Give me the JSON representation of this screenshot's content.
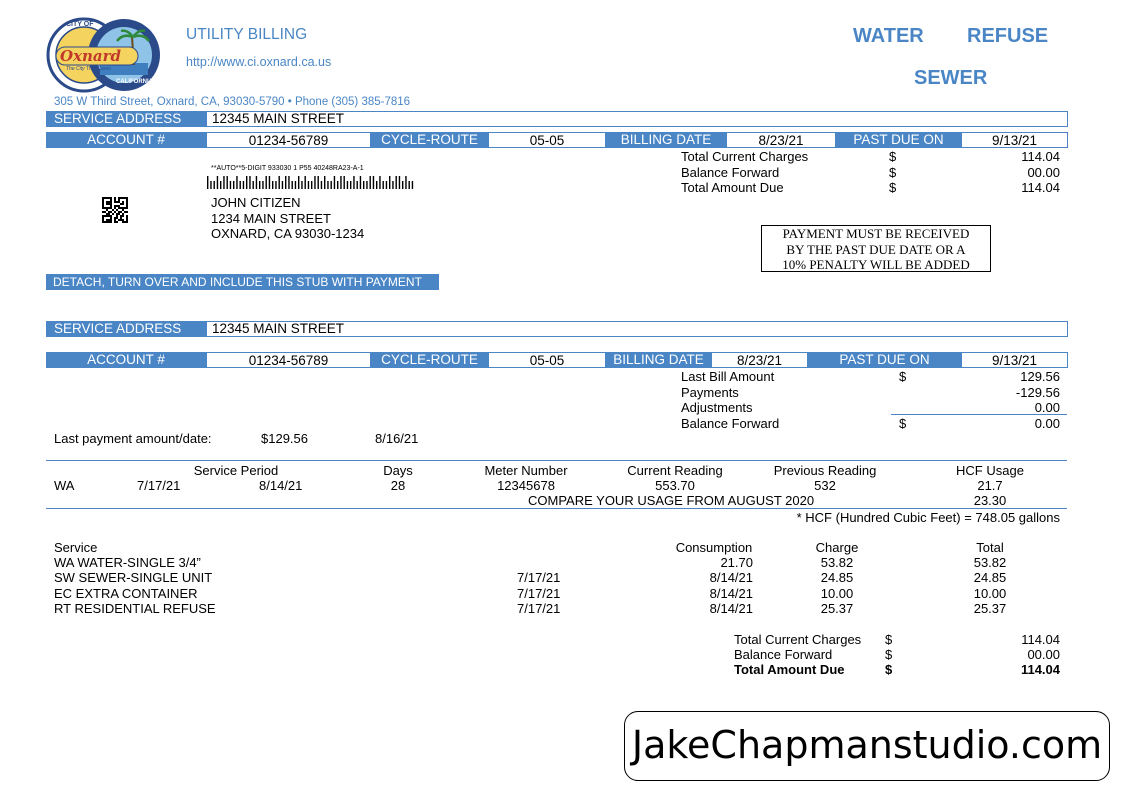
{
  "header": {
    "logo_text": "Oxnard",
    "logo_city": "CITY OF",
    "logo_state": "CALIFORNIA",
    "logo_tagline": "The City That Cares",
    "title": "UTILITY BILLING",
    "url": "http://www.ci.oxnard.ca.us",
    "address_line": "305 W Third Street, Oxnard, CA, 93030-5790  • Phone (305) 385-7816",
    "service_water": "WATER",
    "service_refuse": "REFUSE",
    "service_sewer": "SEWER"
  },
  "labels": {
    "service_address": "SERVICE ADDRESS",
    "account": "ACCOUNT #",
    "cycle_route": "CYCLE-ROUTE",
    "billing_date": "BILLING DATE",
    "past_due_on": "PAST DUE ON"
  },
  "account": {
    "service_address": "12345 MAIN STREET",
    "number": "01234-56789",
    "cycle_route": "05-05",
    "billing_date": "8/23/21",
    "past_due_on": "9/13/21"
  },
  "stub_totals": [
    {
      "label": "Total Current Charges",
      "cur": "$",
      "amount": "114.04"
    },
    {
      "label": "Balance Forward",
      "cur": "$",
      "amount": "00.00"
    },
    {
      "label": "Total Amount Due",
      "cur": "$",
      "amount": "114.04"
    }
  ],
  "mailing": {
    "auto_line": "**AUTO**5-DIGIT 933030 1 P55 40248RA23-A-1",
    "name": "JOHN CITIZEN",
    "street": "1234 MAIN STREET",
    "city": "OXNARD, CA 93030-1234"
  },
  "notice": {
    "line1": "PAYMENT MUST BE RECEIVED",
    "line2": "BY THE PAST DUE DATE OR A",
    "line3": "10% PENALTY WILL BE ADDED"
  },
  "detach_text": "DETACH, TURN OVER AND INCLUDE THIS STUB WITH PAYMENT",
  "balance": [
    {
      "label": "Last Bill Amount",
      "cur": "$",
      "amount": "129.56"
    },
    {
      "label": "Payments",
      "cur": "",
      "amount": "-129.56"
    },
    {
      "label": "Adjustments",
      "cur": "",
      "amount": "0.00"
    },
    {
      "label": "Balance Forward",
      "cur": "$",
      "amount": "0.00"
    }
  ],
  "last_payment": {
    "label": "Last payment amount/date:",
    "amount": "$129.56",
    "date": "8/16/21"
  },
  "meter": {
    "headers": {
      "service_period": "Service Period",
      "days": "Days",
      "meter_number": "Meter Number",
      "current_reading": "Current Reading",
      "previous_reading": "Previous Reading",
      "hcf_usage": "HCF Usage"
    },
    "row": {
      "code": "WA",
      "start": "7/17/21",
      "end": "8/14/21",
      "days": "28",
      "meter_number": "12345678",
      "current_reading": "553.70",
      "previous_reading": "532",
      "hcf_usage": "21.7"
    },
    "compare_label": "COMPARE YOUR USAGE FROM AUGUST 2020",
    "compare_value": "23.30",
    "hcf_note": "* HCF (Hundred Cubic Feet) = 748.05 gallons"
  },
  "charges": {
    "headers": {
      "service": "Service",
      "consumption": "Consumption",
      "charge": "Charge",
      "total": "Total"
    },
    "rows": [
      {
        "service": "WA WATER-SINGLE 3/4”",
        "start": "",
        "end": "21.70",
        "charge": "53.82",
        "total": "53.82"
      },
      {
        "service": "SW SEWER-SINGLE UNIT",
        "start": "7/17/21",
        "end": "8/14/21",
        "charge": "24.85",
        "total": "24.85"
      },
      {
        "service": "EC EXTRA CONTAINER",
        "start": "7/17/21",
        "end": "8/14/21",
        "charge": "10.00",
        "total": "10.00"
      },
      {
        "service": "RT RESIDENTIAL REFUSE",
        "start": "7/17/21",
        "end": "8/14/21",
        "charge": "25.37",
        "total": "25.37"
      }
    ]
  },
  "summary": [
    {
      "label": "Total Current Charges",
      "cur": "$",
      "amount": "114.04"
    },
    {
      "label": "Balance Forward",
      "cur": "$",
      "amount": "00.00"
    },
    {
      "label": "Total Amount Due",
      "cur": "$",
      "amount": "114.04"
    }
  ],
  "watermark": "JakeChapmanstudio.com",
  "colors": {
    "accent": "#4a86c5"
  }
}
